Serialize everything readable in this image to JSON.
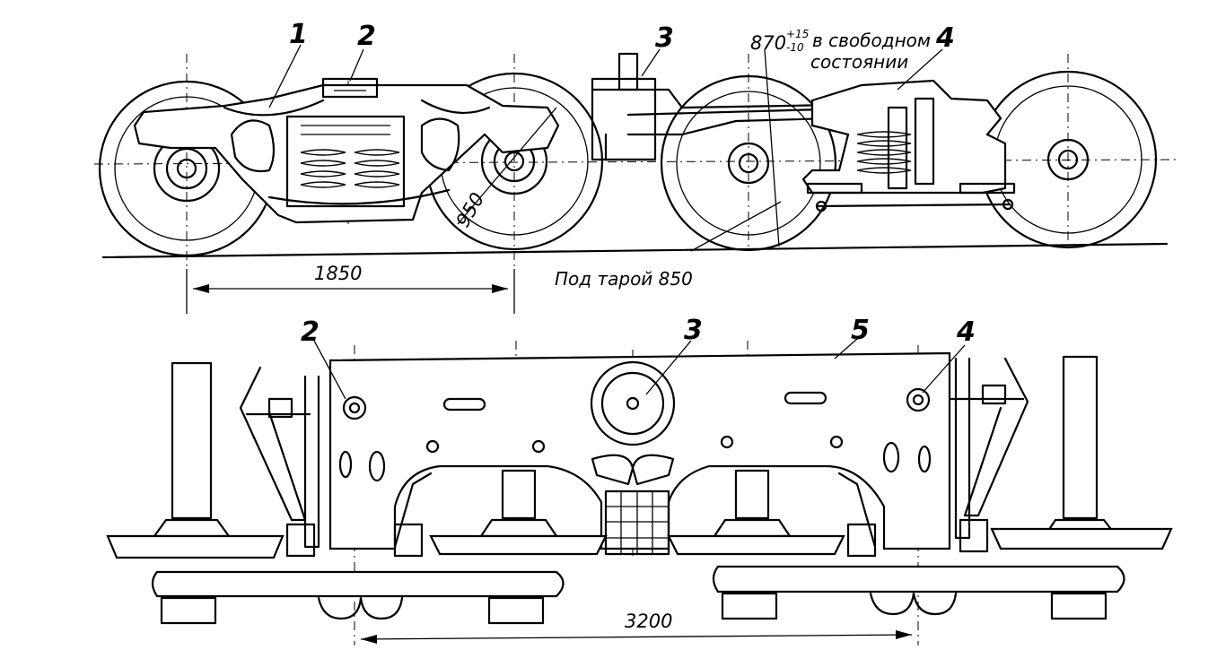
{
  "labels": {
    "n1": "1",
    "n2_top": "2",
    "n3_top": "3",
    "n4_top": "4",
    "n2_bot": "2",
    "n3_bot": "3",
    "n4_bot": "4",
    "n5_bot": "5"
  },
  "dimensions": {
    "wheelbase": "1850",
    "wheel_diameter": "950",
    "height_free": "870",
    "height_free_tol_plus": "+15",
    "height_free_tol_minus": "-10",
    "free_state_line1": "в свободном",
    "free_state_line2": "состоянии",
    "loaded_note": "Под тарой 850",
    "bogie_span": "3200"
  }
}
